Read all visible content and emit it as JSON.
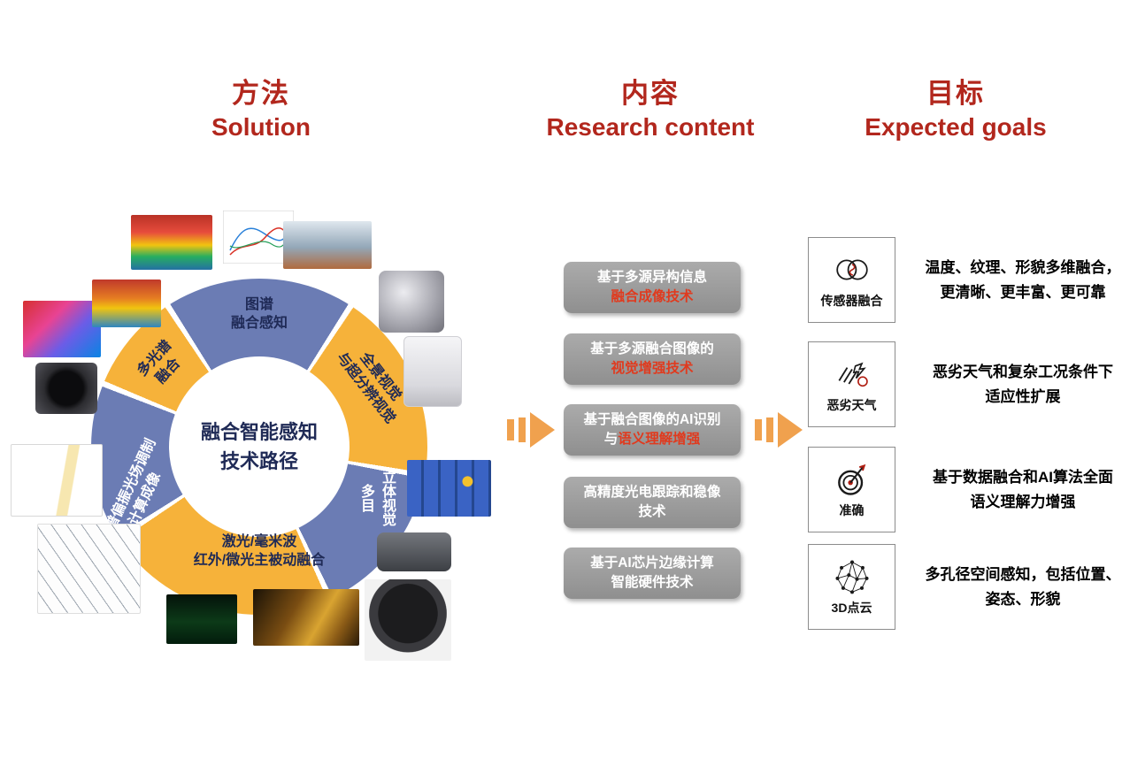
{
  "headers": {
    "solution": {
      "cn": "方法",
      "en": "Solution"
    },
    "content": {
      "cn": "内容",
      "en": "Research content"
    },
    "goals": {
      "cn": "目标",
      "en": "Expected goals"
    }
  },
  "donut": {
    "center": {
      "line1": "融合智能感知",
      "line2": "技术路径"
    },
    "segments": [
      {
        "line1": "图谱",
        "line2": "融合感知"
      },
      {
        "line1": "全景视觉",
        "line2": "与超分辨视觉"
      },
      {
        "line1": "多目",
        "line2": "立体视觉"
      },
      {
        "line1": "激光/毫米波",
        "line2": "红外/微光主被动融合"
      },
      {
        "line1": "光谱偏振光场调制",
        "line2": "计算成像"
      },
      {
        "line1": "多光谱",
        "line2": "融合"
      }
    ]
  },
  "research_items": [
    {
      "line1": "基于多源异构信息",
      "line2_white": "",
      "line2_red": "融合成像技术"
    },
    {
      "line1": "基于多源融合图像的",
      "line2_white": "",
      "line2_red": "视觉增强技术"
    },
    {
      "line1": "基于融合图像的AI识别",
      "line2_white": "与",
      "line2_red": "语义理解增强"
    },
    {
      "line1": "高精度光电跟踪和稳像",
      "line2_white": "技术",
      "line2_red": ""
    },
    {
      "line1": "基于AI芯片边缘计算",
      "line2_white": "智能硬件技术",
      "line2_red": ""
    }
  ],
  "goal_items": [
    {
      "icon": "sensor-fusion-icon",
      "label": "传感器融合",
      "line1": "温度、纹理、形貌多维融合，",
      "line2": "更清晰、更丰富、更可靠"
    },
    {
      "icon": "bad-weather-icon",
      "label": "恶劣天气",
      "line1": "恶劣天气和复杂工况条件下",
      "line2": "适应性扩展"
    },
    {
      "icon": "accuracy-target-icon",
      "label": "准确",
      "line1": "基于数据融合和AI算法全面",
      "line2": "语义理解力增强"
    },
    {
      "icon": "point-cloud-icon",
      "label": "3D点云",
      "line1": "多孔径空间感知，包括位置、",
      "line2": "姿态、形貌"
    }
  ],
  "colors": {
    "accent_red": "#b2271d",
    "ring_blue": "#6b7cb4",
    "ring_yellow": "#f6b23a",
    "box_gray": "#9a9a9a",
    "arrow_orange": "#f0a14e",
    "highlight_red": "#e03a1e",
    "navy": "#1f2a56"
  }
}
